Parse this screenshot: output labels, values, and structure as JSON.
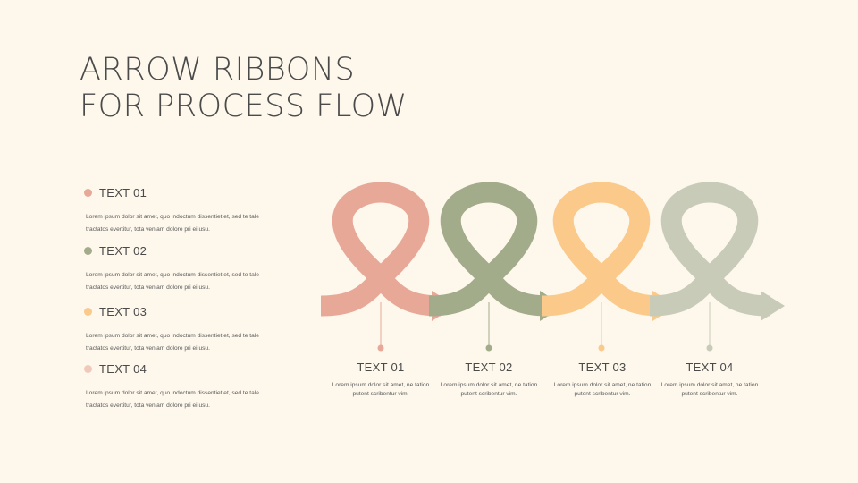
{
  "title": {
    "line1": "ARROW RIBBONS",
    "line2": "FOR PROCESS FLOW"
  },
  "items": [
    {
      "label": "TEXT 01",
      "color": "#e8a898",
      "side_text": "Lorem ipsum dolor sit amet, quo indoctum dissentiet et, sed te tale tractatos evertitur, tota veniam dolore pri ei usu.",
      "step_text": "Lorem ipsum dolor sit amet, ne tation putent scribentur vim."
    },
    {
      "label": "TEXT 02",
      "color": "#a3ac8a",
      "side_text": "Lorem ipsum dolor sit amet, quo indoctum dissentiet et, sed te tale tractatos evertitur, tota veniam dolore pri ei usu.",
      "step_text": "Lorem ipsum dolor sit amet, ne tation putent scribentur vim."
    },
    {
      "label": "TEXT 03",
      "color": "#fbc98a",
      "side_text": "Lorem ipsum dolor sit amet, quo indoctum dissentiet et, sed te tale tractatos evertitur, tota veniam dolore pri ei usu.",
      "step_text": "Lorem ipsum dolor sit amet, ne tation putent scribentur vim."
    },
    {
      "label": "TEXT 04",
      "left_bullet_color": "#f1c9bb",
      "color": "#c8cbb8",
      "side_text": "Lorem ipsum dolor sit amet, quo indoctum dissentiet et, sed te tale tractatos evertitur, tota veniam dolore pri ei usu.",
      "step_text": "Lorem ipsum dolor sit amet, ne tation putent scribentur vim."
    }
  ]
}
